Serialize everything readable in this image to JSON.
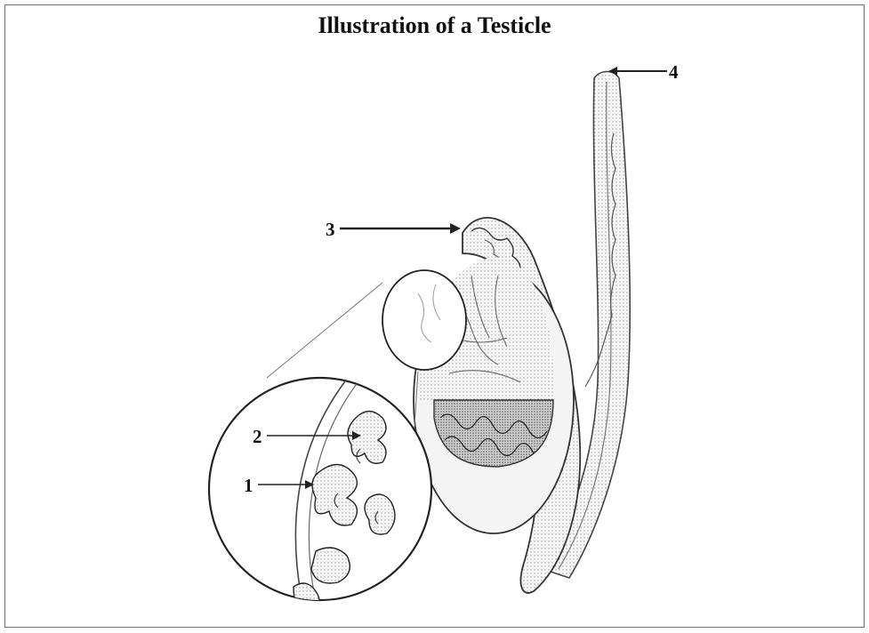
{
  "title": "Illustration of a Testicle",
  "labels": [
    "1",
    "2",
    "3",
    "4"
  ],
  "colors": {
    "outline": "#333333",
    "stipple": "#8a8a8a",
    "light": "#d9d9d9",
    "background": "#ffffff"
  }
}
